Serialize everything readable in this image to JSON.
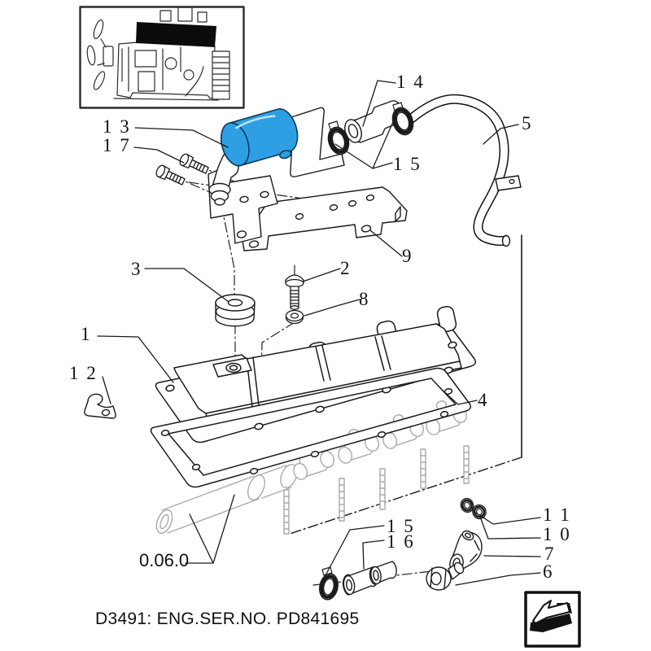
{
  "colors": {
    "highlight": "#2f9fe3",
    "line": "#1a1a1a",
    "ghost": "#a9a9a9",
    "thumb_cover_black": "#0b0b0b"
  },
  "callouts": {
    "c13": "1 3",
    "c17": "1 7",
    "c14": "1 4",
    "c15_top": "1 5",
    "c5": "5",
    "c9": "9",
    "c3": "3",
    "c2": "2",
    "c8": "8",
    "c1": "1",
    "c12": "1 2",
    "c4": "4",
    "c15_bottom": "1 5",
    "c16": "1 6",
    "c11": "1 1",
    "c10": "1 0",
    "c7": "7",
    "c6": "6"
  },
  "ref_label": "0.06.0",
  "footer": {
    "serial_text": "D3491: ENG.SER.NO. PD841695"
  }
}
